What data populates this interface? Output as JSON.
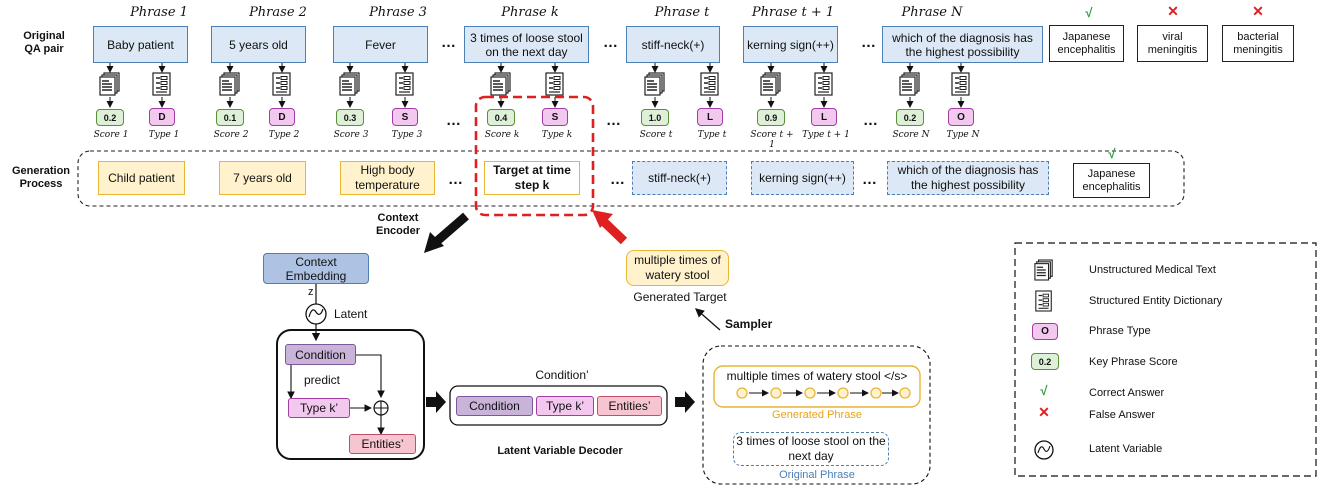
{
  "row_labels": {
    "original": "Original\nQA pair",
    "generation": "Generation\nProcess"
  },
  "phrase_headers": [
    "Phrase 1",
    "Phrase 2",
    "Phrase 3",
    "Phrase k",
    "Phrase t",
    "Phrase t + 1",
    "Phrase N"
  ],
  "original_phrases": [
    "Baby patient",
    "5 years old",
    "Fever",
    "3 times of loose stool on the next day",
    "stiff-neck(+)",
    "kerning sign(++)",
    "which of the diagnosis has the highest possibility"
  ],
  "answers": [
    {
      "mark": "√",
      "text": "Japanese encephalitis"
    },
    {
      "mark": "✕",
      "text": "viral meningitis"
    },
    {
      "mark": "✕",
      "text": "bacterial meningitis"
    }
  ],
  "scores": [
    "0.2",
    "0.1",
    "0.3",
    "0.4",
    "1.0",
    "0.9",
    "0.2"
  ],
  "types": [
    "D",
    "D",
    "S",
    "S",
    "L",
    "L",
    "O"
  ],
  "score_labels": [
    "Score 1",
    "Score 2",
    "Score 3",
    "Score k",
    "Score t",
    "Score t + 1",
    "Score N"
  ],
  "type_labels": [
    "Type 1",
    "Type 2",
    "Type 3",
    "Type k",
    "Type t",
    "Type t + 1",
    "Type N"
  ],
  "ellipsis": "…",
  "generated_phrases": [
    "Child patient",
    "7 years old",
    "High body temperature",
    "Target at time step k",
    "stiff-neck(+)",
    "kerning sign(++)",
    "which of the diagnosis has the highest possibility"
  ],
  "generated_answer": {
    "mark": "√",
    "text": "Japanese encephalitis"
  },
  "context_encoder": "Context Encoder",
  "context_embedding": "Context Embedding",
  "z_label": "z",
  "latent_label": "Latent",
  "condition": "Condition",
  "predict": "predict",
  "type_k_prime": "Type k’",
  "entities_prime": "Entities’",
  "condition_prime_label": "Condition’",
  "latent_variable_decoder": "Latent Variable Decoder",
  "generated_target_box": "multiple times of watery stool",
  "generated_target_label": "Generated Target",
  "sampler": "Sampler",
  "generated_phrase_text": "multiple  times of watery stool </s>",
  "generated_phrase_label": "Generated Phrase",
  "original_phrase_box": "3 times of loose stool on the next day",
  "original_phrase_label": "Original Phrase",
  "legend": [
    {
      "icon": "document-icon",
      "text": "Unstructured  Medical Text"
    },
    {
      "icon": "dictionary-icon",
      "text": "Structured Entity Dictionary"
    },
    {
      "icon": "phrase-type-icon",
      "sample": "O",
      "text": "Phrase Type"
    },
    {
      "icon": "score-icon",
      "sample": "0.2",
      "text": "Key Phrase Score"
    },
    {
      "icon": "check-icon",
      "sample": "√",
      "text": "Correct Answer"
    },
    {
      "icon": "cross-icon",
      "sample": "✕",
      "text": "False Answer"
    },
    {
      "icon": "latent-icon",
      "text": "Latent Variable"
    }
  ],
  "colors": {
    "blue_fill": "#dce8f5",
    "blue_border": "#4c7fb4",
    "yellow_fill": "#fff2cc",
    "yellow_border": "#e8b634",
    "score_fill": "#dff0d8",
    "type_fill": "#f3c8ef",
    "condition_fill": "#c9b3d9",
    "entities_fill": "#f7c5cf",
    "red": "#e02020",
    "green": "#2e9e3a"
  }
}
